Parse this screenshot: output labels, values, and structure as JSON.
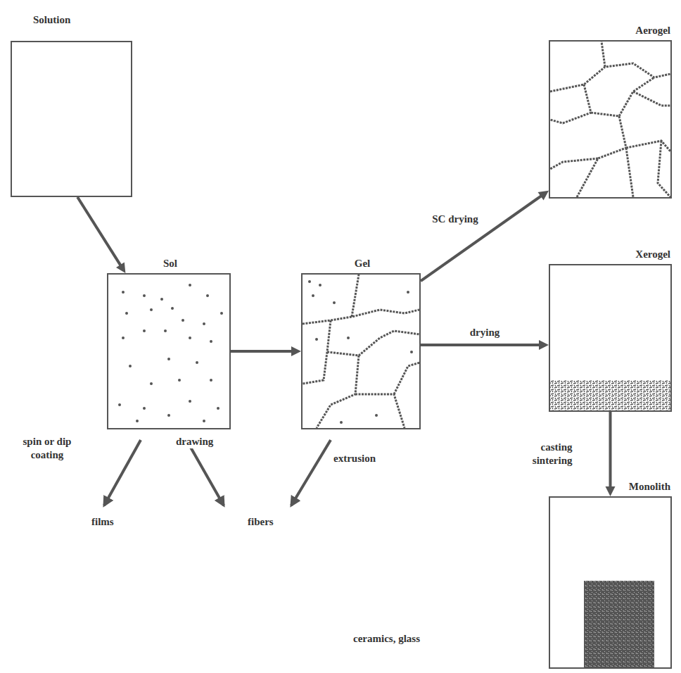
{
  "diagram": {
    "nodes": [
      {
        "text": [
          "Solution"
        ]
      },
      {
        "text": [
          "Sol"
        ]
      },
      {
        "text": [
          "Gel"
        ]
      },
      {
        "text": [
          "Aerogel"
        ]
      },
      {
        "text": [
          "Xerogel"
        ]
      },
      {
        "text": [
          "Monolith"
        ]
      }
    ],
    "edges": [
      {
        "from": 0,
        "to": 1,
        "arrow": "to"
      },
      {
        "from": 1,
        "to": 2,
        "arrow": "to"
      },
      {
        "from": 2,
        "to": 3,
        "label": "SC drying",
        "arrow": "to"
      },
      {
        "from": 2,
        "to": 4,
        "label": "drying",
        "arrow": "to"
      },
      {
        "from": 4,
        "to": 5,
        "label": "casting sintering",
        "arrow": "to"
      }
    ],
    "labels": [
      "spin or dip coating",
      "drawing",
      "extrusion",
      "films",
      "fibers",
      "ceramics, glass"
    ]
  }
}
